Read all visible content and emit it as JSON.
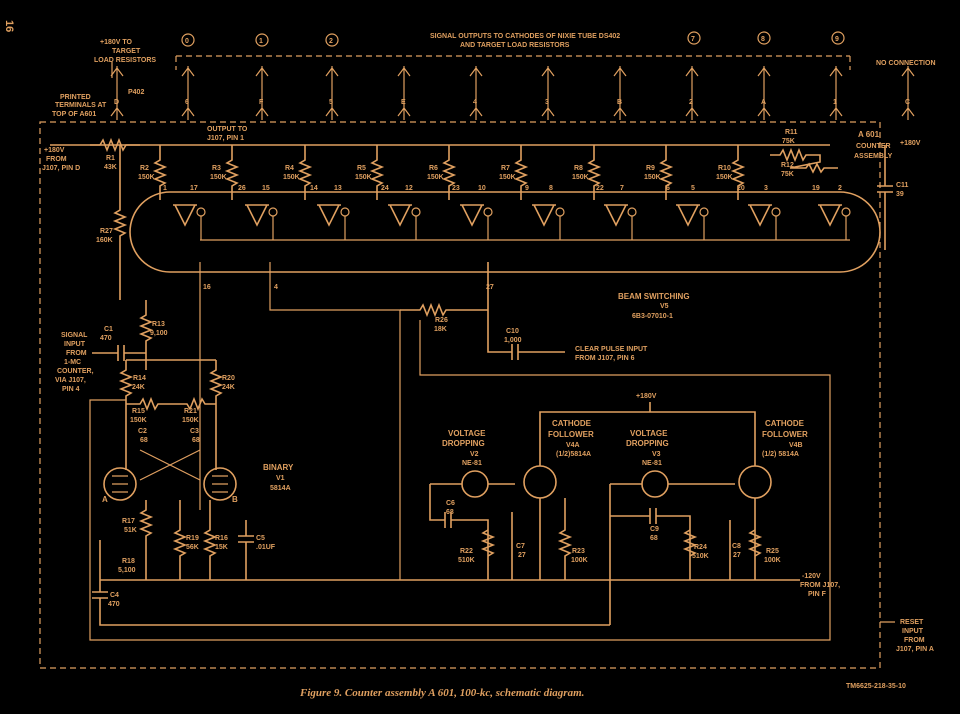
{
  "page_number": "16",
  "caption": "Figure 9. Counter assembly A 601, 100-kc, schematic diagram.",
  "doc_code": "TM6625-218-35-10",
  "header": {
    "signal_outputs_line1": "SIGNAL OUTPUTS TO CATHODES OF NIXIE TUBE DS402",
    "signal_outputs_line2": "AND TARGET LOAD RESISTORS",
    "target_line1": "+180V TO",
    "target_line2": "TARGET",
    "target_line3": "LOAD RESISTORS",
    "no_connection": "NO CONNECTION",
    "p402": "P402",
    "printed1": "PRINTED",
    "printed2": "TERMINALS AT",
    "printed3": "TOP OF A601"
  },
  "digits": [
    "0",
    "1",
    "2",
    "7",
    "8",
    "9"
  ],
  "connectors": [
    "D",
    "6",
    "F",
    "5",
    "E",
    "4",
    "3",
    "B",
    "2",
    "A",
    "1",
    "C"
  ],
  "assembly": {
    "name": "A 601",
    "line2": "COUNTER",
    "line3": "ASSEMBLY"
  },
  "supply_left": {
    "v": "+180V",
    "l2": "FROM",
    "l3": "J107, PIN D"
  },
  "supply_right": "+180V",
  "output_label": {
    "l1": "OUTPUT TO",
    "l2": "J107, PIN 1"
  },
  "resistors": {
    "r1": [
      "R1",
      "43K"
    ],
    "r2": [
      "R2",
      "150K"
    ],
    "r3": [
      "R3",
      "150K"
    ],
    "r4": [
      "R4",
      "150K"
    ],
    "r5": [
      "R5",
      "150K"
    ],
    "r6": [
      "R6",
      "150K"
    ],
    "r7": [
      "R7",
      "150K"
    ],
    "r8": [
      "R8",
      "150K"
    ],
    "r9": [
      "R9",
      "150K"
    ],
    "r10": [
      "R10",
      "150K"
    ],
    "r11": [
      "R11",
      "75K"
    ],
    "r12": [
      "R12",
      "75K"
    ],
    "r27": [
      "R27",
      "160K"
    ],
    "r13": [
      "R13",
      "9,100"
    ],
    "r14": [
      "R14",
      "24K"
    ],
    "r15": [
      "R15",
      "150K"
    ],
    "r20": [
      "R20",
      "24K"
    ],
    "r21": [
      "R21",
      "150K"
    ],
    "r26": [
      "R26",
      "18K"
    ],
    "r17": [
      "R17",
      "51K"
    ],
    "r18": [
      "R18",
      "5,100"
    ],
    "r19": [
      "R19",
      "56K"
    ],
    "r16": [
      "R16",
      "15K"
    ],
    "r22": [
      "R22",
      "510K"
    ],
    "r23": [
      "R23",
      "100K"
    ],
    "r24": [
      "R24",
      "510K"
    ],
    "r25": [
      "R25",
      "100K"
    ]
  },
  "capacitors": {
    "c11": [
      "C11",
      "39"
    ],
    "c1": [
      "C1",
      "470"
    ],
    "c10": [
      "C10",
      "1,000"
    ],
    "c2": [
      "C2",
      "68"
    ],
    "c3": [
      "C3",
      "68"
    ],
    "c5": [
      "C5",
      ".01UF"
    ],
    "c4": [
      "C4",
      "470"
    ],
    "c6": [
      "C6",
      "68"
    ],
    "c7": [
      "C7",
      "27"
    ],
    "c9": [
      "C9",
      "68"
    ],
    "c8": [
      "C8",
      "27"
    ]
  },
  "pins": [
    "1",
    "17",
    "26",
    "15",
    "14",
    "13",
    "24",
    "12",
    "23",
    "10",
    "9",
    "8",
    "22",
    "7",
    "6",
    "5",
    "20",
    "3",
    "19",
    "2",
    "16",
    "4",
    "27"
  ],
  "beam": {
    "l1": "BEAM SWITCHING",
    "l2": "V5",
    "l3": "6B3-07010-1"
  },
  "clear": {
    "l1": "CLEAR PULSE INPUT",
    "l2": "FROM J107, PIN 6"
  },
  "signal_input": {
    "l1": "SIGNAL",
    "l2": "INPUT",
    "l3": "FROM",
    "l4": "1-MC",
    "l5": "COUNTER,",
    "l6": "VIA J107,",
    "l7": "PIN 4"
  },
  "binary": {
    "l1": "BINARY",
    "l2": "V1",
    "l3": "5814A",
    "a": "A",
    "b": "B"
  },
  "vd1": {
    "l1": "VOLTAGE",
    "l2": "DROPPING",
    "l3": "V2",
    "l4": "NE-81"
  },
  "vd2": {
    "l1": "VOLTAGE",
    "l2": "DROPPING",
    "l3": "V3",
    "l4": "NE-81"
  },
  "cf1": {
    "l1": "CATHODE",
    "l2": "FOLLOWER",
    "l3": "V4A",
    "l4": "(1/2)5814A"
  },
  "cf2": {
    "l1": "CATHODE",
    "l2": "FOLLOWER",
    "l3": "V4B",
    "l4": "(1/2) 5814A"
  },
  "supply_mid": "+180V",
  "neg_supply": {
    "l1": "-120V",
    "l2": "FROM J107,",
    "l3": "PIN F"
  },
  "reset": {
    "l1": "RESET",
    "l2": "INPUT",
    "l3": "FROM",
    "l4": "J107, PIN A"
  },
  "colors": {
    "background": "#000000",
    "ink": "#e0a060"
  }
}
